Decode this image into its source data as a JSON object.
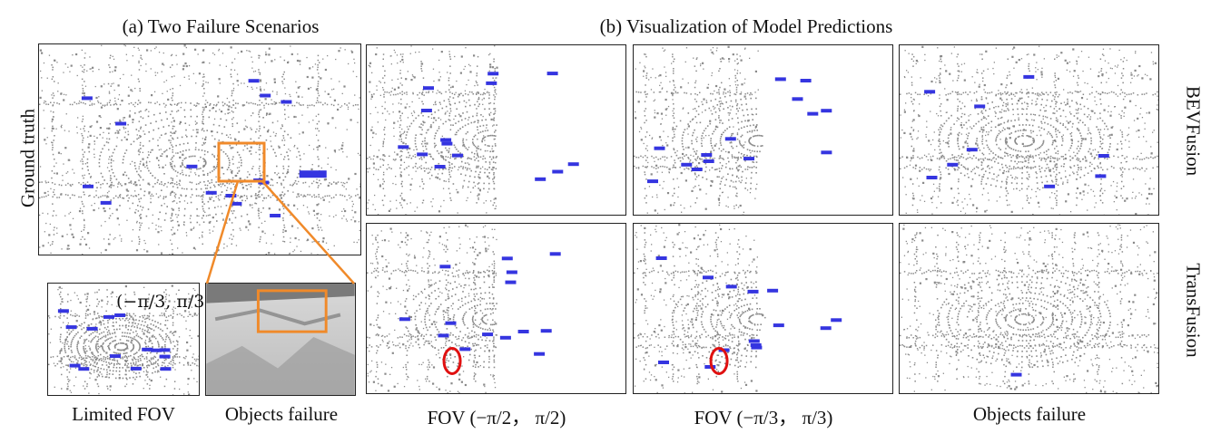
{
  "section_a": {
    "title": "(a) Two Failure Scenarios",
    "row_label": "Ground truth",
    "fov_range": "(−π/3, π/3)",
    "captions": [
      "Limited FOV",
      "Objects failure"
    ]
  },
  "section_b": {
    "title": "(b) Visualization of Model Predictions",
    "row_labels": [
      "BEVFusion",
      "TransFusion"
    ],
    "column_captions": [
      "FOV (−π/2， π/2)",
      "FOV (−π/3， π/3)",
      "Objects failure"
    ]
  },
  "colors": {
    "points": "#8a8a8a",
    "boxes": "#3535e0",
    "highlight": "#f08a2a",
    "failure_circle": "#e01010",
    "border": "#222222"
  }
}
